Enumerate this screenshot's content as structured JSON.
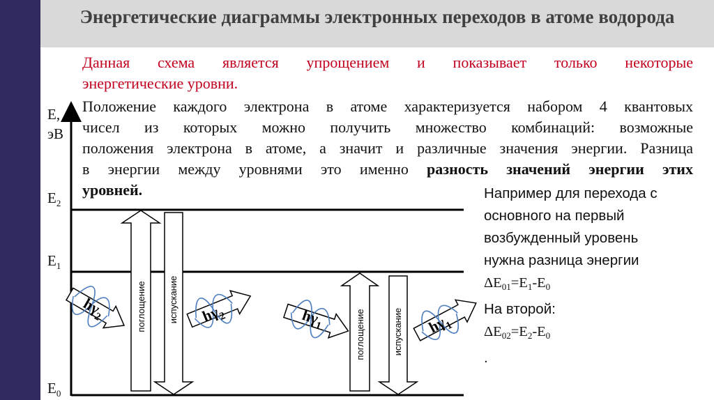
{
  "header": {
    "title": "Энергетические диаграммы электронных переходов в атоме водорода"
  },
  "intro": {
    "line1": "Данная схема является упрощением и показывает только некоторые",
    "line2": "энергетические уровни."
  },
  "body": {
    "line1": "Положение каждого электрона в атоме характеризуется набором 4 квантовых",
    "line2": "чисел из которых можно получить множество комбинаций: возможные",
    "line3": "положения электрона в атоме, а значит и различные значения энергии. Разница",
    "line4_plain": "в энергии между уровнями это именно ",
    "line4_bold": "разность значений энергии этих",
    "line5_bold": "уровней."
  },
  "axis": {
    "label_line1": "E,",
    "label_line2": "эВ"
  },
  "levels": {
    "e2": "E",
    "e2_sub": "2",
    "e1": "E",
    "e1_sub": "1",
    "e0": "E",
    "e0_sub": "0"
  },
  "arrows": {
    "absorption": "поглощение",
    "emission": "испускание"
  },
  "photons": {
    "h": "hγ",
    "sub2": "2",
    "sub1": "1"
  },
  "sidebar": {
    "line1": "Например для перехода с",
    "line2": "основного на первый",
    "line3": "возбужденный уровень",
    "line4": "нужна разница энергии",
    "f1_a": "ΔE",
    "f1_a_sub": "01",
    "f1_b": "=E",
    "f1_b_sub": "1",
    "f1_c": "-E",
    "f1_c_sub": "0",
    "line6": "На второй:",
    "f2_a": "ΔE",
    "f2_a_sub": "02",
    "f2_b": "=E",
    "f2_b_sub": "2",
    "f2_c": "-E",
    "f2_c_sub": "0",
    "dot": "."
  },
  "colors": {
    "left_bar": "#2e2a5e",
    "title_band": "#d9d9d9",
    "intro_text": "#c0001e",
    "wave": "#4f7fbf"
  }
}
